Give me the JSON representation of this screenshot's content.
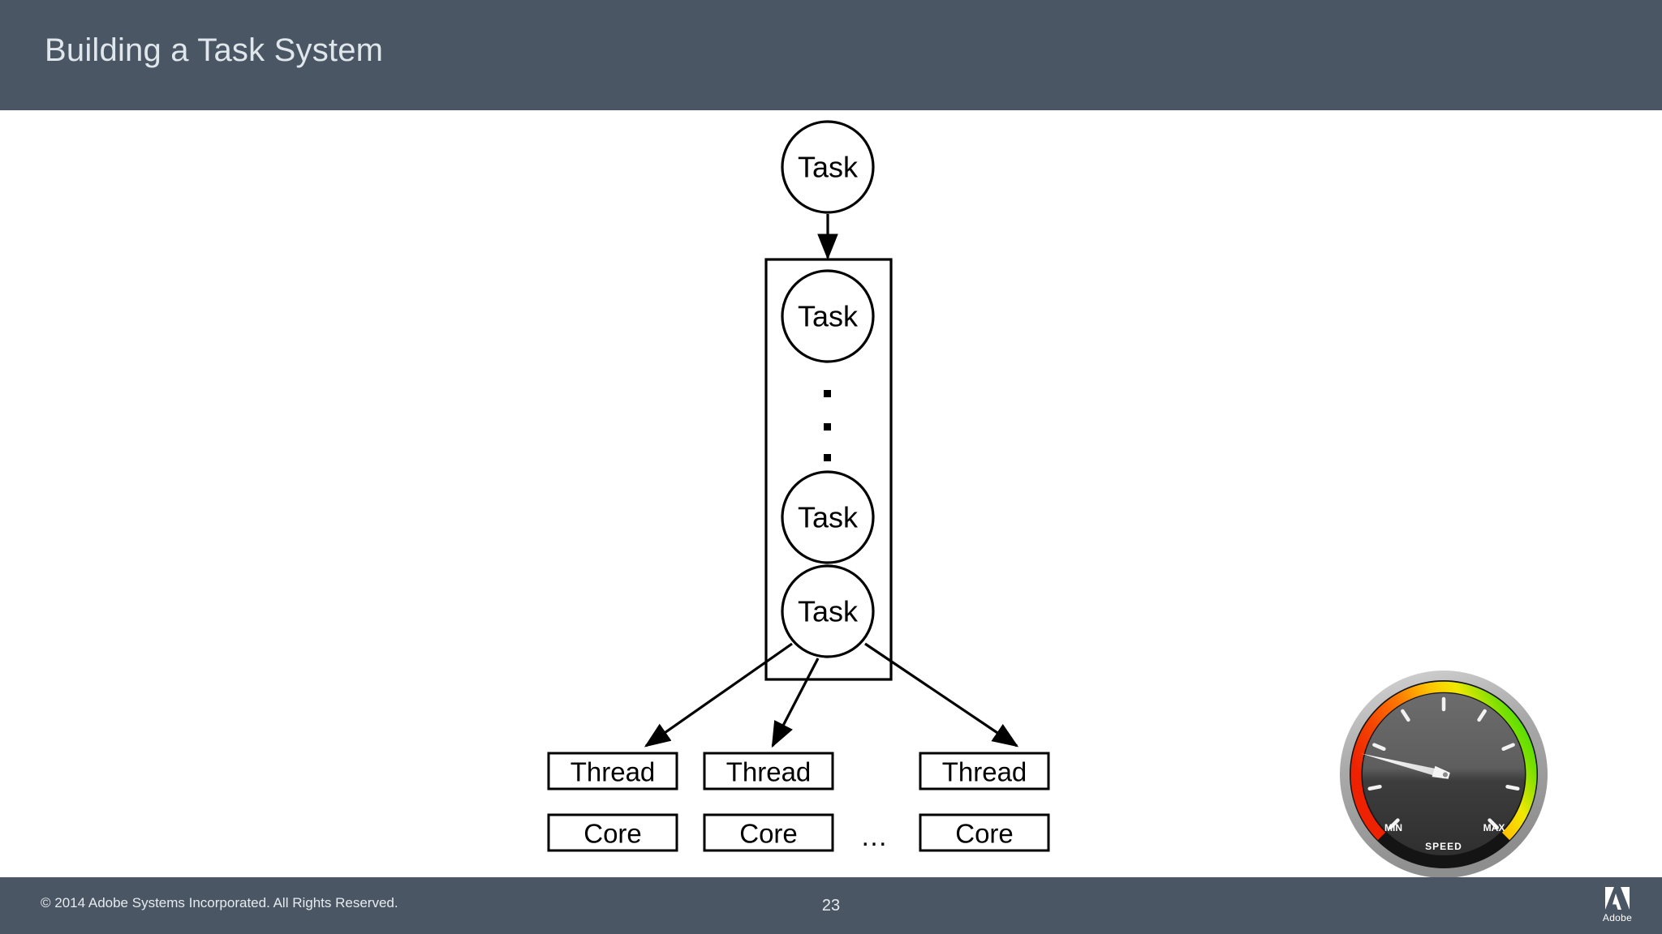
{
  "header": {
    "title": "Building a Task System"
  },
  "footer": {
    "copyright": "© 2014 Adobe Systems Incorporated.  All Rights Reserved.",
    "page_number": "23",
    "logo_word": "Adobe"
  },
  "colors": {
    "header_bg": "#4b5664",
    "header_text": "#dfe6ec",
    "slide_bg": "#ffffff",
    "diagram_stroke": "#000000",
    "gauge_red": "#ee3300",
    "gauge_orange": "#ff7a00",
    "gauge_yellow": "#ffe400",
    "gauge_green": "#33dd00",
    "gauge_bezel": "#b4b4b4",
    "gauge_face": "#4a4a4a"
  },
  "diagram": {
    "incoming_task": {
      "label": "Task"
    },
    "queue": {
      "label": "",
      "tasks": [
        {
          "label": "Task"
        },
        {
          "label": "Task"
        },
        {
          "label": "Task"
        }
      ],
      "ellipsis_dots": 3
    },
    "threads": [
      {
        "label": "Thread"
      },
      {
        "label": "Thread"
      },
      {
        "label": "Thread"
      }
    ],
    "cores": [
      {
        "label": "Core"
      },
      {
        "label": "Core"
      },
      {
        "label": "Core"
      }
    ],
    "cores_ellipsis": "…"
  },
  "gauge": {
    "min_label": "MIN",
    "max_label": "MAX",
    "title_label": "SPEED",
    "needle_angle_deg": 196,
    "tick_count": 9
  }
}
